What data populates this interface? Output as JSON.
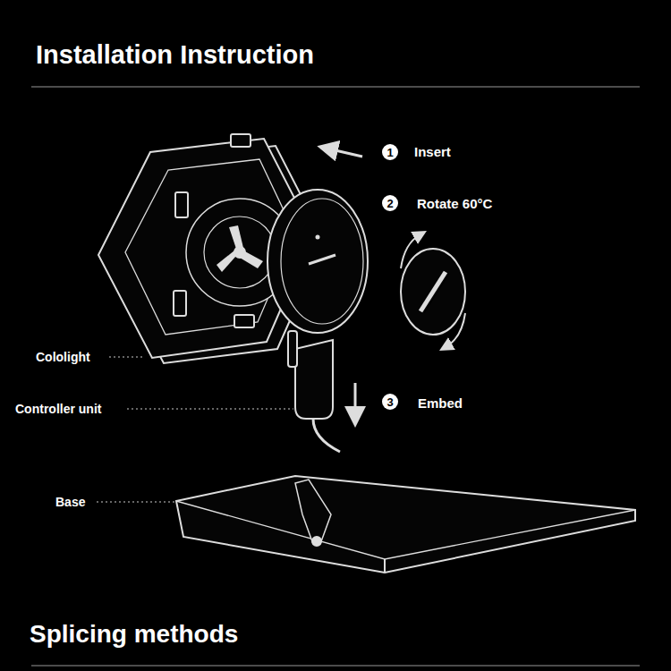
{
  "diagram": {
    "title": "Installation Instruction",
    "labels": [
      "1",
      "Insert",
      "2",
      "Rotate 60°C",
      "3",
      "Embed",
      "Cololight",
      "Controller unit",
      "Base",
      "Splicing methods"
    ]
  }
}
